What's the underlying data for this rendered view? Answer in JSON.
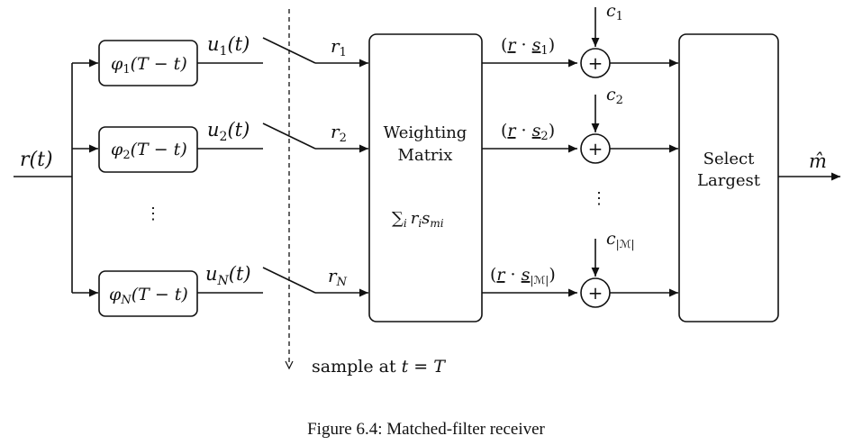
{
  "input_signal": "r(t)",
  "output_symbol": "m̂",
  "filters": [
    {
      "func": "φ",
      "sub": "1",
      "arg": "(T − t)",
      "out": "u",
      "out_sub": "1",
      "out_arg": "(t)",
      "sample": "r",
      "sample_sub": "1"
    },
    {
      "func": "φ",
      "sub": "2",
      "arg": "(T − t)",
      "out": "u",
      "out_sub": "2",
      "out_arg": "(t)",
      "sample": "r",
      "sample_sub": "2"
    },
    {
      "func": "φ",
      "sub": "N",
      "arg": "(T − t)",
      "out": "u",
      "out_sub": "N",
      "out_arg": "(t)",
      "sample": "r",
      "sample_sub": "N"
    }
  ],
  "weighting": {
    "line1": "Weighting",
    "line2": "Matrix",
    "sum": "∑",
    "sum_sub": "i",
    "term": "r",
    "term_sub": "i",
    "term2": "s",
    "term2_sub": "mi"
  },
  "correlations": [
    {
      "open": "(",
      "r": "r",
      "dot": " · ",
      "s": "s",
      "s_sub": "1",
      "close": ")",
      "c": "c",
      "c_sub": "1"
    },
    {
      "open": "(",
      "r": "r",
      "dot": " · ",
      "s": "s",
      "s_sub": "2",
      "close": ")",
      "c": "c",
      "c_sub": "2"
    },
    {
      "open": "(",
      "r": "r",
      "dot": " · ",
      "s": "s",
      "s_sub": "|ℳ|",
      "close": ")",
      "c": "c",
      "c_sub": "|ℳ|"
    }
  ],
  "adder_symbol": "+",
  "select": {
    "line1": "Select",
    "line2": "Largest"
  },
  "sample_label": {
    "prefix": "sample at ",
    "var": "t",
    "eq": " = ",
    "val": "T"
  },
  "vdots": "⋮",
  "caption": "Figure 6.4: Matched-filter receiver"
}
